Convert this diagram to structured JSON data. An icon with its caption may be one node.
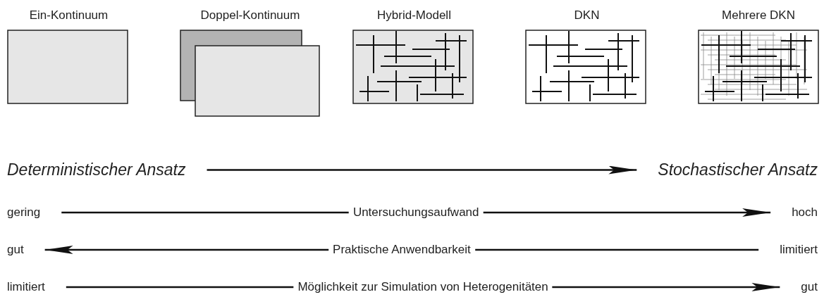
{
  "diagram": {
    "nodes": [
      {
        "text": [
          "Ein-Kontinuum"
        ]
      },
      {
        "text": [
          "Doppel-Kontinuum"
        ]
      },
      {
        "text": [
          "Hybrid-Modell"
        ]
      },
      {
        "text": [
          "DKN"
        ]
      },
      {
        "text": [
          "Mehrere DKN"
        ]
      },
      {
        "text": [
          "Deterministischer Ansatz"
        ]
      },
      {
        "text": [
          "Stochastischer Ansatz"
        ]
      },
      {
        "text": [
          "gering"
        ]
      },
      {
        "text": [
          "hoch"
        ]
      },
      {
        "text": [
          "gut"
        ]
      },
      {
        "text": [
          "limitiert"
        ]
      },
      {
        "text": [
          "limitiert"
        ]
      },
      {
        "text": [
          "gut"
        ]
      }
    ],
    "edges": [
      {
        "from": 5,
        "to": 6,
        "arrow": "to"
      },
      {
        "from": 7,
        "to": 8,
        "arrow": "to",
        "label": "Untersuchungsaufwand"
      },
      {
        "from": 10,
        "to": 9,
        "arrow": "to",
        "label": "Praktische Anwendbarkeit"
      },
      {
        "from": 11,
        "to": 12,
        "arrow": "to",
        "label": "Möglichkeit zur Simulation von Heterogenitäten"
      }
    ]
  }
}
